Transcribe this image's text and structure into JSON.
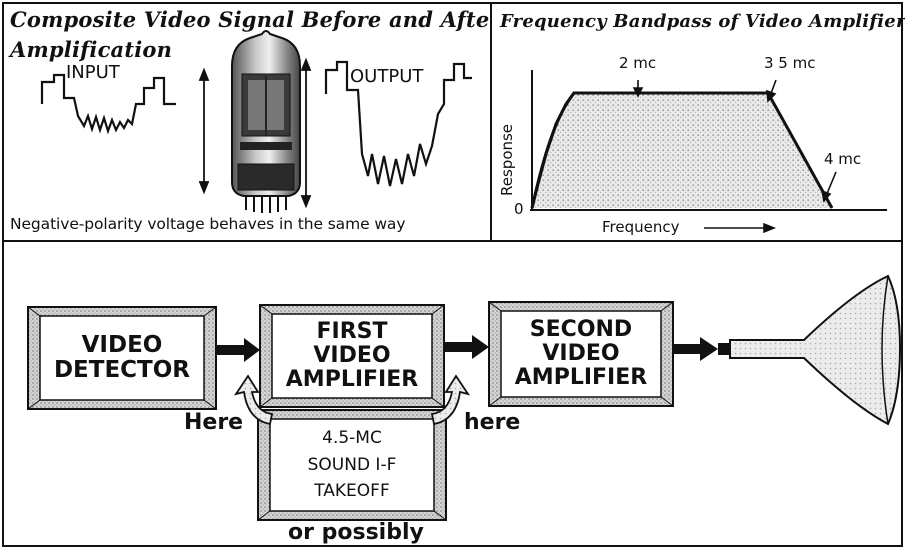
{
  "left_panel": {
    "title_line1": "Composite Video Signal Before and After",
    "title_line2": "Amplification",
    "input_label": "INPUT",
    "output_label": "OUTPUT",
    "caption": "Negative-polarity voltage behaves in the same way"
  },
  "right_panel": {
    "title": "Frequency Bandpass of Video Amplifiers",
    "y_axis_label": "Response",
    "x_axis_label": "Frequency",
    "origin_label": "0",
    "marker_2": "2 mc",
    "marker_35": "3 5 mc",
    "marker_4": "4 mc"
  },
  "diagram": {
    "video_detector_l1": "VIDEO",
    "video_detector_l2": "DETECTOR",
    "first_amp_l1": "FIRST",
    "first_amp_l2": "VIDEO",
    "first_amp_l3": "AMPLIFIER",
    "second_amp_l1": "SECOND",
    "second_amp_l2": "VIDEO",
    "second_amp_l3": "AMPLIFIER",
    "sound_l1": "4.5-MC",
    "sound_l2": "SOUND I-F",
    "sound_l3": "TAKEOFF",
    "here_left": "Here",
    "here_right": "here",
    "or_possibly": "or possibly"
  }
}
